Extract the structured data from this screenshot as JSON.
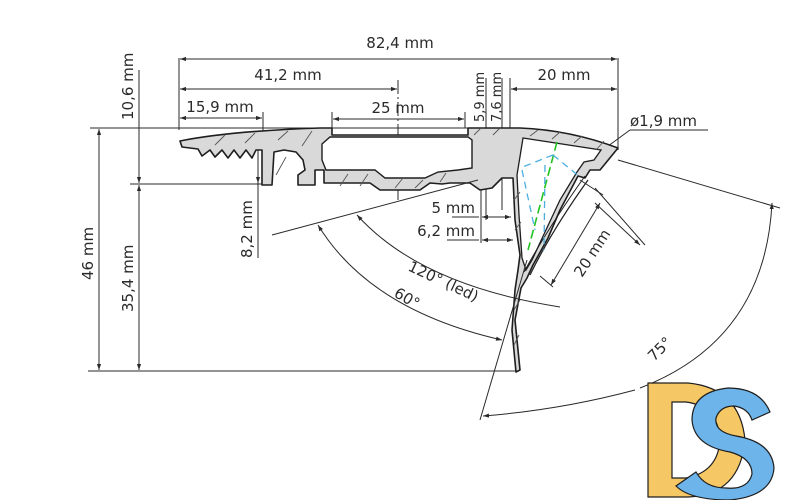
{
  "diagram": {
    "type": "technical-profile-drawing",
    "subject": "Aluminium stair-nosing LED profile cross-section"
  },
  "dimensions": {
    "total_width": "82,4 mm",
    "half_width": "41,2 mm",
    "left_step": "15,9 mm",
    "channel_width": "25 mm",
    "small_depth_1": "5,9 mm",
    "small_depth_2": "7,6 mm",
    "right_width": "20 mm",
    "diameter": "ø1,9 mm",
    "top_height": "10,6 mm",
    "total_height": "46 mm",
    "lower_height": "35,4 mm",
    "leg_height": "8,2 mm",
    "offset_1": "5 mm",
    "offset_2": "6,2 mm",
    "diffuser_width": "20 mm",
    "angle_led": "120° (led)",
    "angle_60": "60°",
    "angle_75": "75°"
  },
  "colors": {
    "profile_fill": "#d9d9d9",
    "line": "#2a2a2a",
    "led_axis": "#22c322",
    "led_beam": "#4aaee0",
    "logo_d": "#f5c765",
    "logo_s": "#6cb4ea"
  },
  "logo": {
    "text": "DS"
  }
}
